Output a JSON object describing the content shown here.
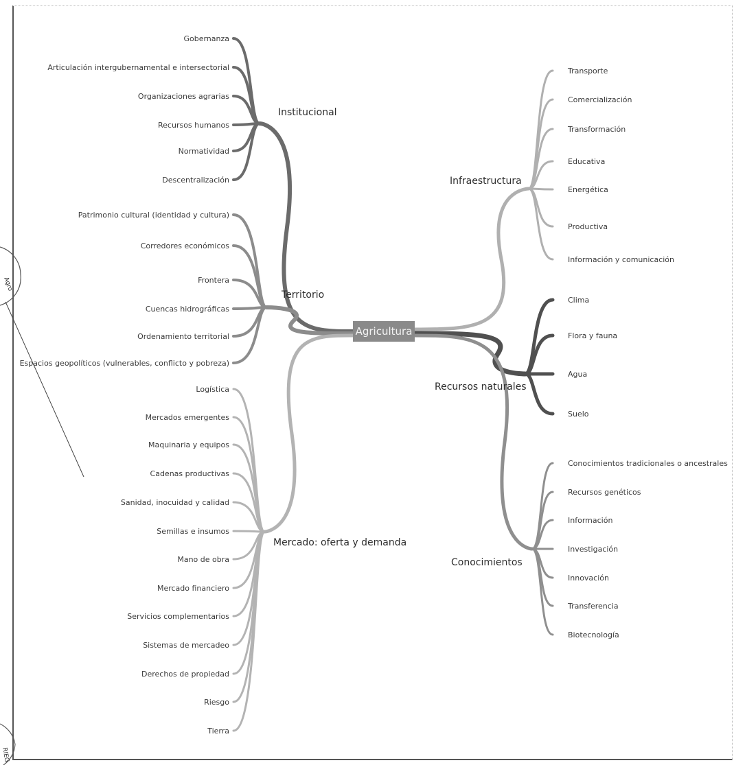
{
  "root": {
    "label": "Agricultura",
    "color": "#8a8a8a"
  },
  "branches": [
    {
      "label": "Institucional",
      "side": "left",
      "color": "#6b6b6b",
      "children": [
        "Gobernanza",
        "Articulación intergubernamental e intersectorial",
        "Organizaciones agrarias",
        "Recursos humanos",
        "Normatividad",
        "Descentralización"
      ]
    },
    {
      "label": "Territorio",
      "side": "left",
      "color": "#8c8c8c",
      "children": [
        "Patrimonio cultural (identidad y cultura)",
        "Corredores económicos",
        "Frontera",
        "Cuencas hidrográficas",
        "Ordenamiento territorial",
        "Espacios geopolíticos (vulnerables, conflicto y pobreza)"
      ]
    },
    {
      "label": "Mercado: oferta y demanda",
      "side": "left",
      "color": "#b3b3b3",
      "children": [
        "Logística",
        "Mercados emergentes",
        "Maquinaria y equipos",
        "Cadenas productivas",
        "Sanidad, inocuidad y calidad",
        "Semillas e insumos",
        "Mano de obra",
        "Mercado financiero",
        "Servicios complementarios",
        "Sistemas de mercadeo",
        "Derechos de propiedad",
        "Riesgo",
        "Tierra"
      ]
    },
    {
      "label": "Infraestructura",
      "side": "right",
      "color": "#b0b0b0",
      "children": [
        "Transporte",
        "Comercialización",
        "Transformación",
        "Educativa",
        "Energética",
        "Productiva",
        "Información y comunicación"
      ]
    },
    {
      "label": "Recursos naturales",
      "side": "right",
      "color": "#505050",
      "children": [
        "Clima",
        "Flora y fauna",
        "Agua",
        "Suelo"
      ]
    },
    {
      "label": "Conocimientos",
      "side": "right",
      "color": "#8f8f8f",
      "children": [
        "Conocimientos tradicionales o ancestrales",
        "Recursos genéticos",
        "Información",
        "Investigación",
        "Innovación",
        "Transferencia",
        "Biotecnología"
      ]
    }
  ],
  "stamps": [
    "Agro",
    "RIEG"
  ]
}
